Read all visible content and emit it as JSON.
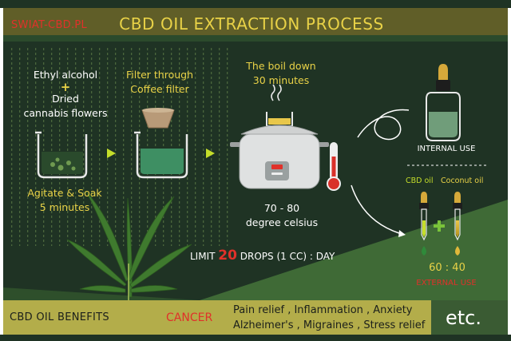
{
  "header": {
    "brand": "SWIAT-CBD.PL",
    "title": "CBD OIL EXTRACTION PROCESS"
  },
  "steps": {
    "step1_lines": [
      "Ethyl alcohol",
      "+",
      "Dried",
      "cannabis flowers"
    ],
    "step1_action": [
      "Agitate & Soak",
      "5 minutes"
    ],
    "step2_lines": [
      "Filter through",
      "Coffee filter"
    ],
    "step3_lines": [
      "The boil down",
      "30 minutes"
    ],
    "temperature": [
      "70 - 80",
      "degree celsius"
    ]
  },
  "usage": {
    "internal": "INTERNAL USE",
    "cbd_oil": "CBD oil",
    "coconut_oil": "Coconut oil",
    "ratio": "60 : 40",
    "external": "EXTERNAL USE"
  },
  "limit": {
    "prefix": "LIMIT",
    "number": "20",
    "suffix": "DROPS (1 CC) : DAY"
  },
  "footer": {
    "benefits_label": "CBD OIL BENEFITS",
    "cancer": "CANCER",
    "benefits_line1": "Pain relief , Inflammation , Anxiety",
    "benefits_line2": "Alzheimer's , Migraines , Stress relief",
    "etc": "etc."
  },
  "colors": {
    "dark_green": "#1f3324",
    "mid_green": "#3f6a36",
    "header_olive": "#605e28",
    "footer_olive": "#b3ad4a",
    "accent_yellow": "#e9d247",
    "accent_red": "#e0312a",
    "bright_green": "#c5de2a"
  }
}
